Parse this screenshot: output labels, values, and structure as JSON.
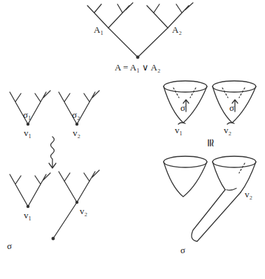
{
  "diagram": {
    "labels": [
      "A₁",
      "A₂",
      "A = A₁ ∨ A₂",
      "σ₁",
      "σ₂",
      "v₁",
      "v₂",
      "v₁",
      "v₂",
      "σ",
      "σ",
      "σ",
      "v₁",
      "v₂",
      "≅",
      "v₂",
      "σ"
    ]
  }
}
